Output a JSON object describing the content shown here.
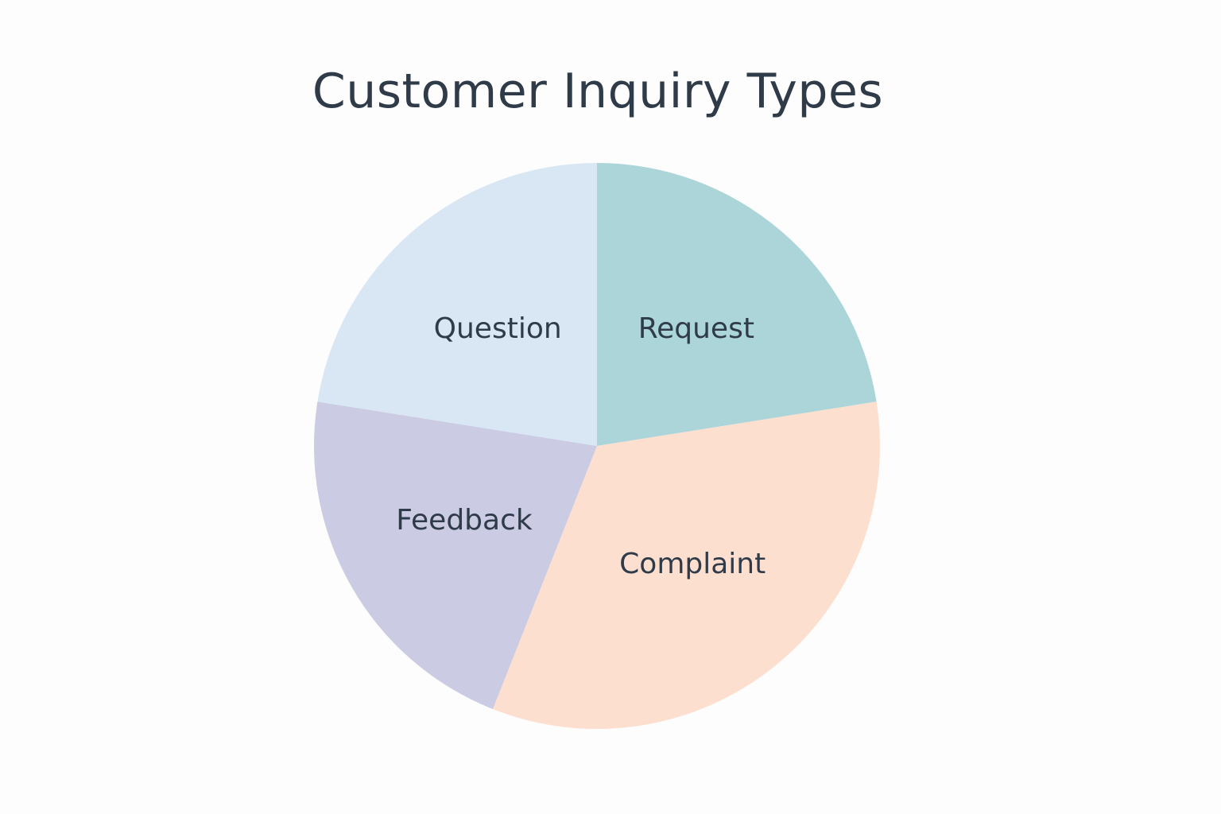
{
  "chart_data": {
    "type": "pie",
    "title": "Customer Inquiry Types",
    "slices": [
      {
        "label": "Request",
        "value": 22.5,
        "color": "#acd5da"
      },
      {
        "label": "Complaint",
        "value": 33.5,
        "color": "#fddfd0"
      },
      {
        "label": "Feedback",
        "value": 21.5,
        "color": "#cbcbe4"
      },
      {
        "label": "Question",
        "value": 22.5,
        "color": "#d9e6f4"
      }
    ],
    "start": "12 o'clock",
    "direction": "clockwise",
    "legend": "none",
    "labels": "inside slices"
  }
}
